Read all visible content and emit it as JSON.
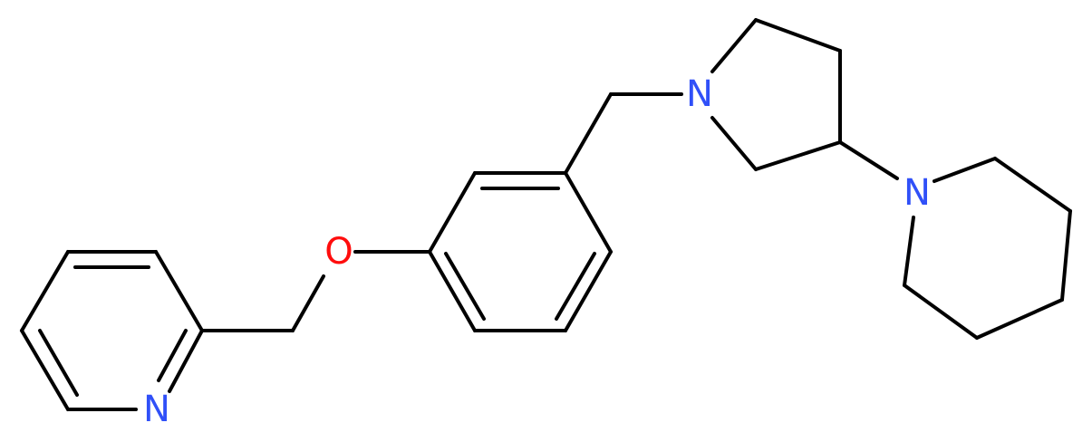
{
  "atoms": {
    "pyridine_n": "N",
    "ether_o": "O",
    "pyrrolidine_n": "N",
    "piperidine_n": "N"
  },
  "colors": {
    "bond": "#000000",
    "nitrogen": "#3050F8",
    "oxygen": "#FF0D0D",
    "background": "#ffffff"
  }
}
